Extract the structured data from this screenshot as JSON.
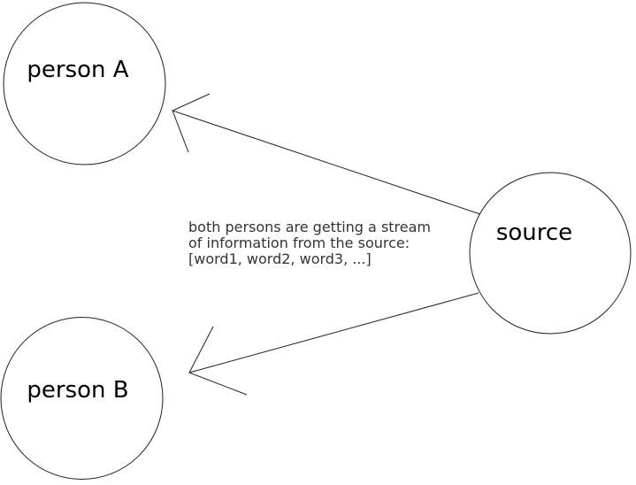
{
  "diagram": {
    "background": "#ffffff",
    "stroke_color": "#1f1f1f",
    "label_color": "#000000",
    "annotation_color": "#333333",
    "nodes": [
      {
        "id": "person-a",
        "label": "person A"
      },
      {
        "id": "person-b",
        "label": "person B"
      },
      {
        "id": "source",
        "label": "source"
      }
    ],
    "edges": [
      {
        "from": "source",
        "to": "person-a",
        "type": "arrow"
      },
      {
        "from": "source",
        "to": "person-b",
        "type": "arrow"
      }
    ],
    "annotation": {
      "lines": [
        "both persons are getting a stream",
        "of information from the source:",
        "[word1, word2, word3, ...]"
      ]
    }
  }
}
